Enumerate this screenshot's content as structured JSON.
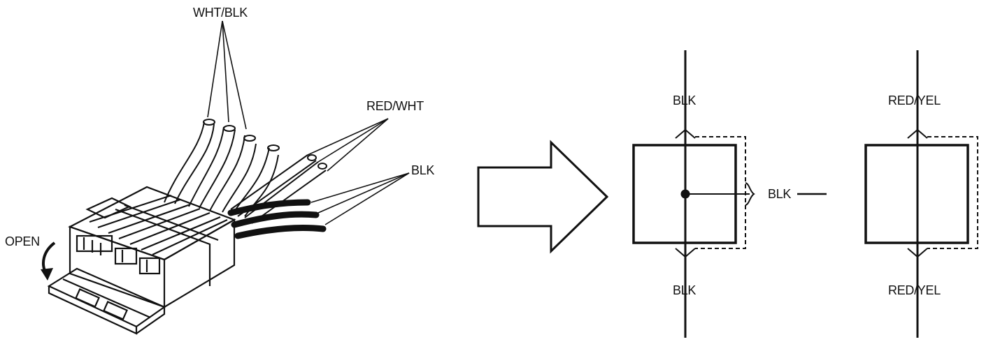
{
  "colors": {
    "ink": "#111111",
    "background": "#ffffff"
  },
  "connector": {
    "wire_labels": {
      "wht_blk": "WHT/BLK",
      "red_wht": "RED/WHT",
      "blk": "BLK"
    },
    "action_label": "OPEN",
    "action_icon": "curved-arrow-icon"
  },
  "transition": {
    "icon": "large-right-arrow-icon"
  },
  "schematic_left": {
    "top_label": "BLK",
    "bottom_label": "BLK",
    "side_label": "BLK"
  },
  "schematic_right": {
    "top_label": "RED/YEL",
    "bottom_label": "RED/YEL"
  }
}
